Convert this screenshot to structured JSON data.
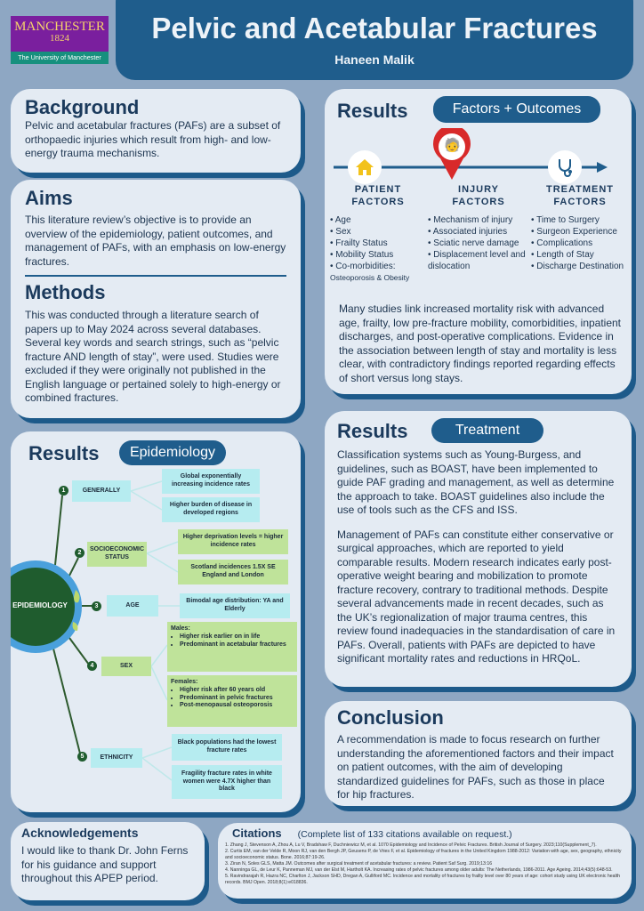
{
  "logo": {
    "name": "MANCHESTER",
    "year": "1824",
    "sub": "The University of Manchester"
  },
  "header": {
    "title": "Pelvic and Acetabular Fractures",
    "author": "Haneen Malik"
  },
  "background": {
    "heading": "Background",
    "text": "Pelvic and acetabular fractures (PAFs) are a subset of orthopaedic injuries which result from high- and low-energy trauma mechanisms."
  },
  "aims": {
    "heading": "Aims",
    "text": "This literature review’s objective is to provide an overview of the epidemiology, patient outcomes, and management of PAFs, with an emphasis on low-energy fractures."
  },
  "methods": {
    "heading": "Methods",
    "text": "This was conducted through a literature search of papers up to May 2024 across several databases. Several key words and search strings, such as  “pelvic fracture AND length of stay”, were used. Studies were excluded if they were originally not published in the English language or pertained solely to high-energy or combined fractures."
  },
  "epidemiology": {
    "heading": "Results",
    "pill": "Epidemiology",
    "center": "EPIDEMIOLOGY",
    "branches": [
      {
        "num": "1",
        "label": "GENERALLY",
        "items": [
          "Global exponentially increasing incidence rates",
          "Higher burden of disease in developed regions"
        ]
      },
      {
        "num": "2",
        "label": "SOCIOECONOMIC STATUS",
        "items": [
          "Higher deprivation levels = higher incidence rates",
          "Scotland incidences 1.5X SE England and London"
        ]
      },
      {
        "num": "3",
        "label": "AGE",
        "items": [
          "Bimodal age distribution: YA and Elderly"
        ]
      },
      {
        "num": "4",
        "label": "SEX",
        "males": {
          "title": "Males:",
          "items": [
            "Higher risk earlier on in life",
            "Predominant in acetabular fractures"
          ]
        },
        "females": {
          "title": "Females:",
          "items": [
            "Higher risk after 60 years old",
            "Predominant in pelvic fractures",
            "Post-menopausal osteoporosis"
          ]
        }
      },
      {
        "num": "5",
        "label": "ETHNICITY",
        "items": [
          "Black populations had the lowest fracture rates",
          "Fragility fracture rates in white women were 4.7X higher than black"
        ]
      }
    ]
  },
  "factors": {
    "heading": "Results",
    "pill": "Factors + Outcomes",
    "columns": [
      {
        "title1": "PATIENT",
        "title2": "FACTORS",
        "items": [
          "Age",
          "Sex",
          "Frailty Status",
          "Mobility Status",
          "Co-morbidities:"
        ],
        "extra": "Osteoporosis & Obesity"
      },
      {
        "title1": "INJURY",
        "title2": "FACTORS",
        "items": [
          "Mechanism of injury",
          "Associated injuries",
          "Sciatic nerve damage",
          "Displacement level and dislocation"
        ]
      },
      {
        "title1": "TREATMENT",
        "title2": "FACTORS",
        "items": [
          "Time to Surgery",
          "Surgeon Experience",
          "Complications",
          "Length of Stay",
          "Discharge Destination"
        ]
      }
    ],
    "text": "Many studies link increased mortality risk with advanced age, frailty, low pre-fracture mobility, comorbidities, inpatient discharges, and post-operative complications. Evidence in the association between length of stay and mortality is less clear, with contradictory findings reported regarding effects of short versus long stays."
  },
  "treatment": {
    "heading": "Results",
    "pill": "Treatment",
    "p1": "Classification systems such as Young-Burgess, and guidelines, such as BOAST, have been implemented to guide PAF grading and management, as well as determine the approach to take. BOAST guidelines also include the use of tools such as the CFS and ISS.",
    "p2": "Management of PAFs can constitute either conservative or surgical approaches, which are reported to yield comparable results. Modern research indicates early post-operative weight bearing and mobilization to promote fracture recovery, contrary to traditional methods. Despite several advancements made in recent decades, such as the UK’s regionalization of major trauma centres, this review found inadequacies in the standardisation of care in PAFs. Overall, patients with PAFs are depicted to have significant mortality rates and reductions in HRQoL."
  },
  "conclusion": {
    "heading": "Conclusion",
    "text": "A recommendation is made to focus research on further understanding the aforementioned factors and their impact on patient outcomes, with the aim of developing standardized guidelines for PAFs, such as those in place for hip fractures."
  },
  "acknowledgements": {
    "heading": "Acknowledgements",
    "text": "I would like to thank Dr. John Ferns for his guidance and support throughout this APEP period."
  },
  "citations": {
    "heading": "Citations",
    "note": "(Complete list of 133 citations available on request.)",
    "items": [
      "1. Zhang J, Stevenson A, Zhou A, Lu V, Bradshaw F, Duchniewicz M, et al. 1070 Epidemiology and Incidence of Pelvic Fractures. British Journal of Surgery. 2023;110(Supplement_7).",
      "2. Curtis EM, van der Velde R, Moon RJ, van den Bergh JP, Geusens P, de Vries F, et al. Epidemiology of fractures in the United Kingdom 1988-2012: Variation with age, sex, geography, ethnicity and socioeconomic status. Bone. 2016;87:19-26.",
      "3. Ziran N, Soles GLS, Matta JM. Outcomes after surgical treatment of acetabular fractures: a review. Patient Saf Surg. 2019;13:16",
      "4. Nanninga GL, de Leur K, Panneman MJ, van der Elst M, Hartholt KA. Increasing rates of pelvic fractures among older adults: The Netherlands, 1986-2011. Age Ageing. 2014;43(5):648-53.",
      "5. Ravindrarajah R, Hazra NC, Charlton J, Jackson SHD, Dregan A, Gulliford MC. Incidence and mortality of fractures by frailty level over 80 years of age: cohort study using UK electronic health records. BMJ Open. 2018;8(1):e018836."
    ]
  }
}
